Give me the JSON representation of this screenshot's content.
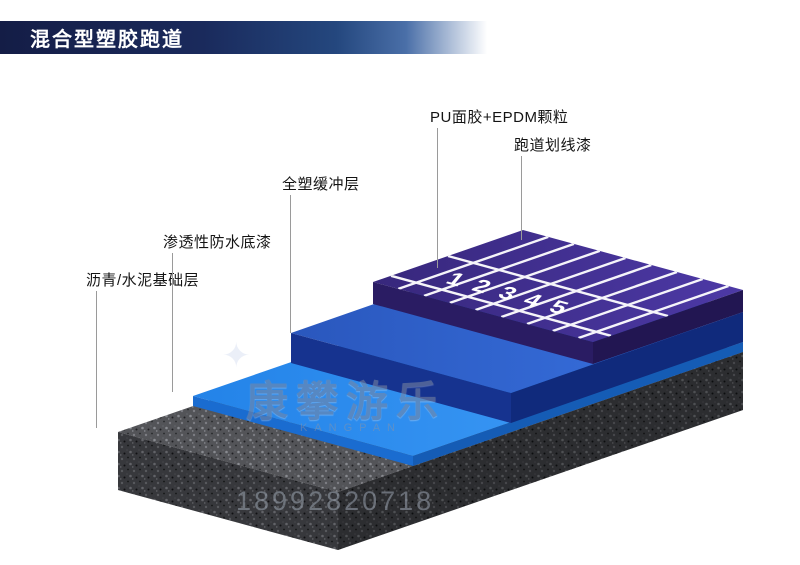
{
  "banner": {
    "title": "混合型塑胶跑道"
  },
  "callouts": [
    {
      "text": "PU面胶+EPDM颗粒"
    },
    {
      "text": "跑道划线漆"
    },
    {
      "text": "全塑缓冲层"
    },
    {
      "text": "渗透性防水底漆"
    },
    {
      "text": "沥青/水泥基础层"
    }
  ],
  "diagram": {
    "lane_numbers": [
      "1",
      "2",
      "3",
      "4",
      "5"
    ],
    "layers": [
      {
        "label": "PU面胶+EPDM颗粒",
        "top_color": "#40309a",
        "side_color": "#2a1c63"
      },
      {
        "label": "全塑缓冲层",
        "top_color": "#2f63cf",
        "side_color": "#16338f"
      },
      {
        "label": "渗透性防水底漆",
        "top_color": "#2e8df0",
        "side_color": "#1a6cd0"
      },
      {
        "label": "沥青/水泥基础层",
        "top_color": "#4a4b50",
        "side_color": "#3a3b40"
      }
    ],
    "line_color": "#ffffff"
  },
  "watermark": {
    "sparkle": "✦",
    "brand": "康攀游乐",
    "latin": "KANGPAN",
    "phone": "18992820718"
  }
}
